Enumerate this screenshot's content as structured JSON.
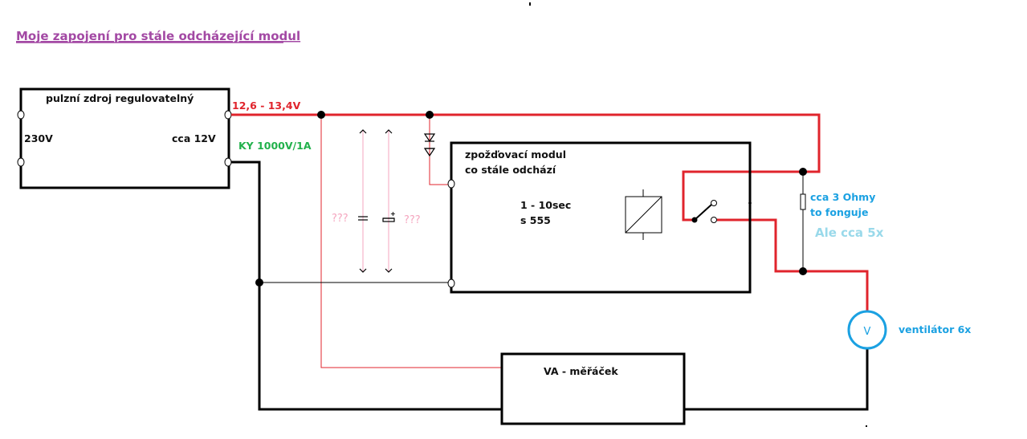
{
  "title": "Moje zapojení pro stále odcházející modul",
  "power_supply": {
    "name": "pulzní zdroj regulovatelný",
    "input": "230V",
    "output": "cca 12V"
  },
  "voltage_label": "12,6 - 13,4V",
  "diode_label": "KY 1000V/1A",
  "capacitor_labels": [
    "???",
    "???"
  ],
  "delay_module": {
    "line1": "zpožďovací modul",
    "line2": "co stále odchází",
    "time": "1 - 10sec",
    "chip": "s 555"
  },
  "resistor": {
    "line1": "cca 3 Ohmy",
    "line2": "to fonguje",
    "note": "Ale cca 5x"
  },
  "fan": {
    "symbol": "V",
    "label": "ventilátor 6x"
  },
  "meter": {
    "name": "VA - měřáček"
  },
  "colors": {
    "red": "#e0242c",
    "green": "#22b14c",
    "blue": "#1ba1e2",
    "lightblue": "#99d9ea",
    "pink": "#f5a6bf",
    "purple": "#a349a4"
  }
}
